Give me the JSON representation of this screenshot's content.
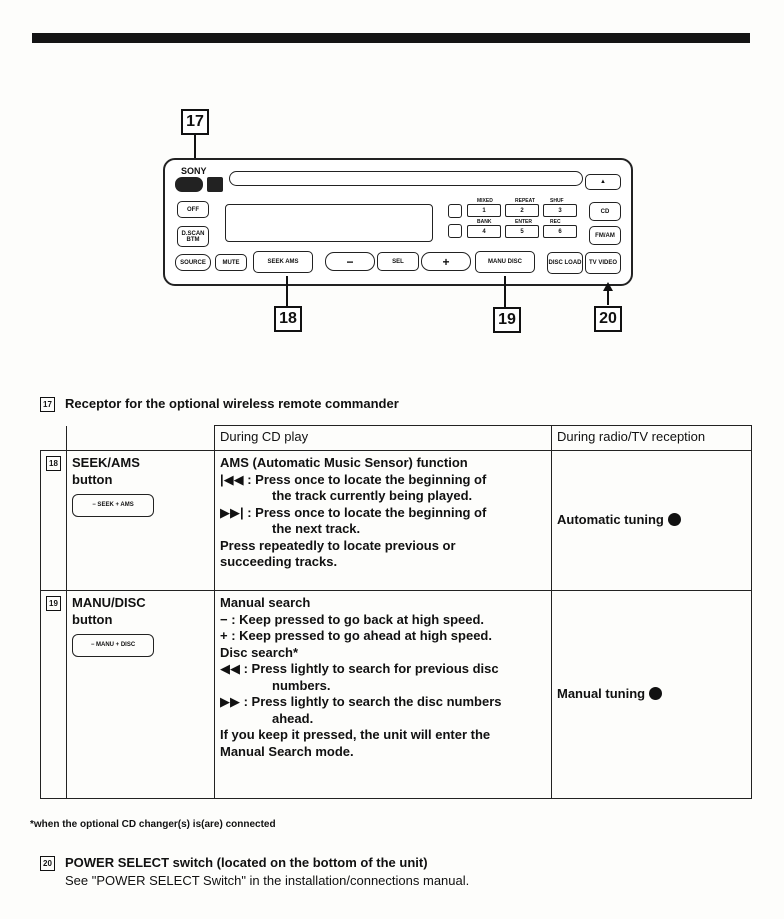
{
  "figure": {
    "callouts": [
      "17",
      "18",
      "19",
      "20"
    ],
    "brand": "SONY",
    "buttons": {
      "off": "OFF",
      "dscan": "D.SCAN BTM",
      "source": "SOURCE",
      "mute": "MUTE",
      "seek": "SEEK AMS",
      "minus": "−",
      "plus": "+",
      "sel": "SEL",
      "manu": "MANU DISC",
      "disc_label": "DISC LOAD",
      "cd": "CD",
      "pwr": "FM/AM",
      "tv": "TV VIDEO",
      "eject": "▲",
      "presets": [
        "1",
        "2",
        "3",
        "4",
        "5",
        "6"
      ],
      "preset_labels": [
        "MIXED",
        "REPEAT",
        "SHUF",
        "BANK",
        "ENTER",
        "REC"
      ]
    }
  },
  "section17": {
    "num": "17",
    "title": "Receptor for the optional wireless remote commander"
  },
  "table": {
    "headers": [
      "During CD play",
      "During radio/TV reception"
    ],
    "rows": [
      {
        "num": "18",
        "name_line1": "SEEK/AMS",
        "name_line2": "button",
        "button_label": "− SEEK + AMS",
        "cd_lines": [
          {
            "text": "AMS (Automatic Music Sensor) function",
            "indent": false
          },
          {
            "text": "|◀◀ : Press once to locate the beginning of",
            "indent": false
          },
          {
            "text": "the track currently being played.",
            "indent": true
          },
          {
            "text": "▶▶| : Press once to locate the beginning of",
            "indent": false
          },
          {
            "text": "the next track.",
            "indent": true
          },
          {
            "text": "Press repeatedly to locate previous or",
            "indent": false
          },
          {
            "text": "succeeding tracks.",
            "indent": false
          }
        ],
        "radio": "Automatic tuning"
      },
      {
        "num": "19",
        "name_line1": "MANU/DISC",
        "name_line2": "button",
        "button_label": "− MANU + DISC",
        "cd_lines": [
          {
            "text": "Manual search",
            "indent": false
          },
          {
            "text": "− : Keep pressed to go back at high speed.",
            "indent": false
          },
          {
            "text": "+ : Keep pressed to go ahead at high speed.",
            "indent": false
          },
          {
            "text": "Disc search*",
            "indent": false
          },
          {
            "text": "◀◀ : Press lightly to search for previous disc",
            "indent": false
          },
          {
            "text": "numbers.",
            "indent": true
          },
          {
            "text": "▶▶ : Press lightly to search the disc numbers",
            "indent": false
          },
          {
            "text": "ahead.",
            "indent": true
          },
          {
            "text": "If you keep it pressed, the unit will enter the",
            "indent": false
          },
          {
            "text": "Manual Search mode.",
            "indent": false
          }
        ],
        "radio": "Manual tuning"
      }
    ]
  },
  "footnote": "*when the optional CD changer(s) is(are) connected",
  "section20": {
    "num": "20",
    "title": "POWER SELECT switch (located on the bottom of the unit)",
    "body": "See \"POWER SELECT Switch\" in the installation/connections manual."
  }
}
